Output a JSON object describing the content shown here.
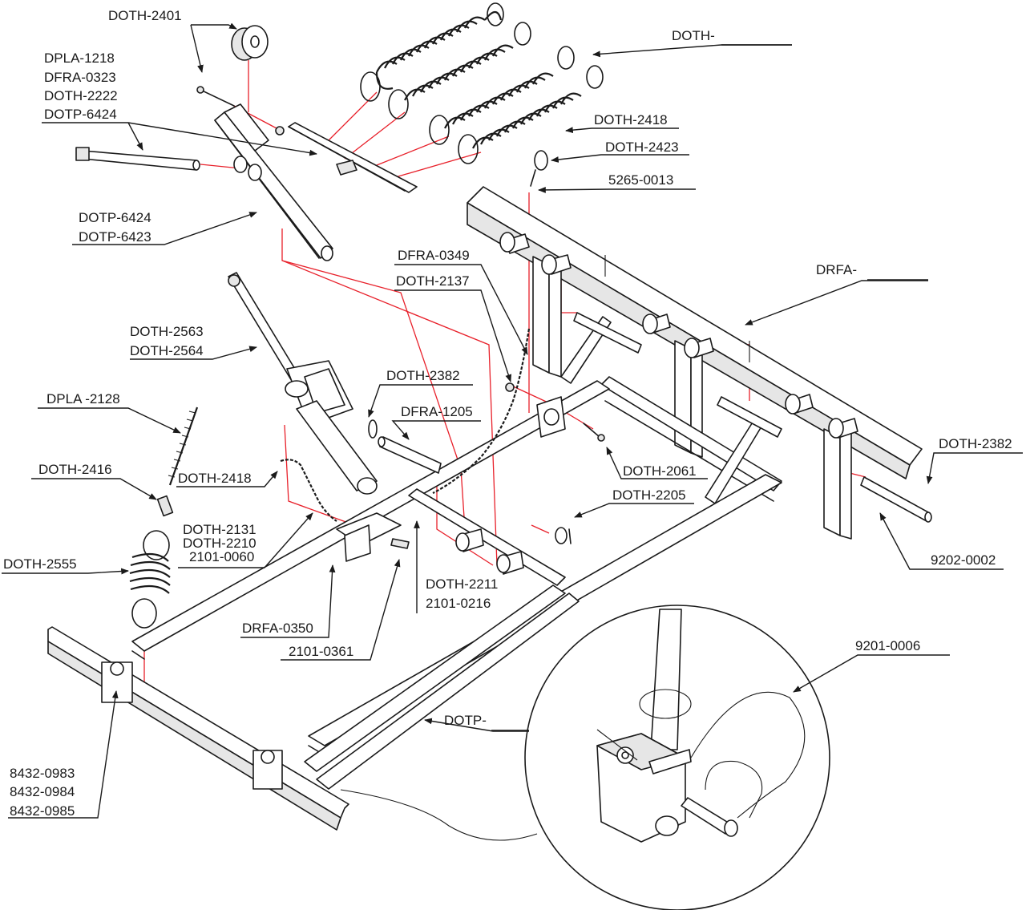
{
  "labels": {
    "doth_2401": "DOTH-2401",
    "dpla_1218": "DPLA-1218",
    "dfra_0323": "DFRA-0323",
    "doth_2222": "DOTH-2222",
    "dotp_6424_top": "DOTP-6424",
    "dotp_6424": "DOTP-6424",
    "dotp_6423": "DOTP-6423",
    "doth_blank": "DOTH-",
    "doth_2418_top": "DOTH-2418",
    "doth_2423": "DOTH-2423",
    "p_5265_0013": "5265-0013",
    "drfa_blank": "DRFA-",
    "dfra_0349": "DFRA-0349",
    "doth_2137": "DOTH-2137",
    "doth_2563": "DOTH-2563",
    "doth_2564": "DOTH-2564",
    "doth_2382_mid": "DOTH-2382",
    "dfra_1205": "DFRA-1205",
    "dpla_2128": "DPLA -2128",
    "doth_2416": "DOTH-2416",
    "doth_2418_mid": "DOTH-2418",
    "doth_2131": "DOTH-2131",
    "doth_2210": "DOTH-2210",
    "p_2101_0060": "2101-0060",
    "doth_2555": "DOTH-2555",
    "doth_2061": "DOTH-2061",
    "doth_2205": "DOTH-2205",
    "doth_2382_right": "DOTH-2382",
    "p_9202_0002": "9202-0002",
    "doth_2211": "DOTH-2211",
    "p_2101_0216": "2101-0216",
    "drfa_0350": "DRFA-0350",
    "p_2101_0361": "2101-0361",
    "p_9201_0006": "9201-0006",
    "dotp_blank": "DOTP-",
    "p_8432_0983": "8432-0983",
    "p_8432_0984": "8432-0984",
    "p_8432_0985": "8432-0985"
  },
  "colors": {
    "line": "#1a1a1a",
    "callout_red": "#e8202a",
    "background": "#ffffff"
  }
}
